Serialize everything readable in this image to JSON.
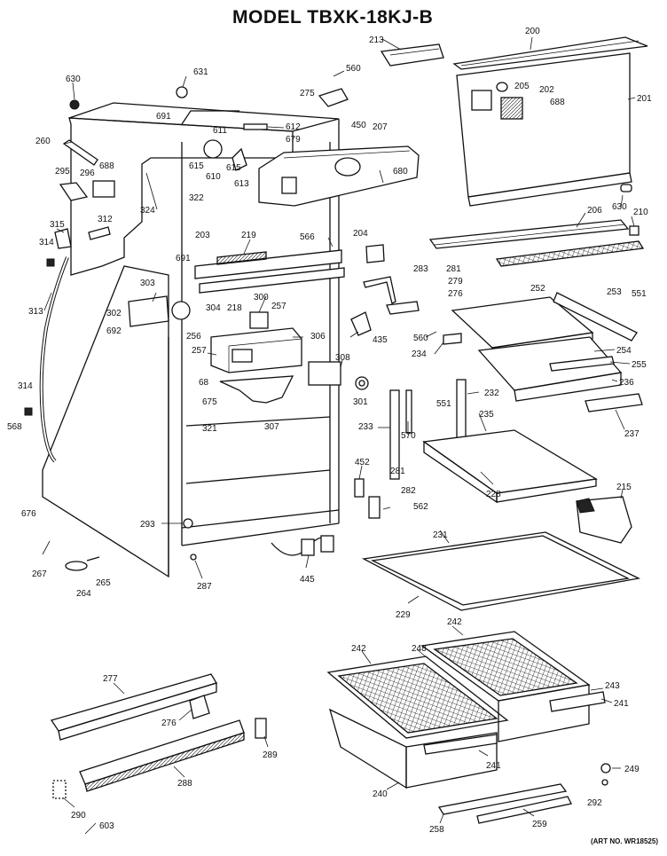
{
  "title": "MODEL TBXK-18KJ-B",
  "art_no": "(ART NO. WR18525)",
  "labels": [
    {
      "id": "l200",
      "text": "200"
    },
    {
      "id": "l213",
      "text": "213"
    },
    {
      "id": "l201",
      "text": "201"
    },
    {
      "id": "l205",
      "text": "205"
    },
    {
      "id": "l202",
      "text": "202"
    },
    {
      "id": "l688a",
      "text": "688"
    },
    {
      "id": "l630a",
      "text": "630"
    },
    {
      "id": "l631",
      "text": "631"
    },
    {
      "id": "l560a",
      "text": "560"
    },
    {
      "id": "l275",
      "text": "275"
    },
    {
      "id": "l450",
      "text": "450"
    },
    {
      "id": "l691a",
      "text": "691"
    },
    {
      "id": "l611",
      "text": "611"
    },
    {
      "id": "l612",
      "text": "612"
    },
    {
      "id": "l679",
      "text": "679"
    },
    {
      "id": "l207",
      "text": "207"
    },
    {
      "id": "l260",
      "text": "260"
    },
    {
      "id": "l615a",
      "text": "615"
    },
    {
      "id": "l610",
      "text": "610"
    },
    {
      "id": "l615b",
      "text": "615"
    },
    {
      "id": "l613",
      "text": "613"
    },
    {
      "id": "l680",
      "text": "680"
    },
    {
      "id": "l688b",
      "text": "688"
    },
    {
      "id": "l295",
      "text": "295"
    },
    {
      "id": "l296",
      "text": "296"
    },
    {
      "id": "l322",
      "text": "322"
    },
    {
      "id": "l324",
      "text": "324"
    },
    {
      "id": "l630b",
      "text": "630"
    },
    {
      "id": "l210",
      "text": "210"
    },
    {
      "id": "l206",
      "text": "206"
    },
    {
      "id": "l315",
      "text": "315"
    },
    {
      "id": "l312",
      "text": "312"
    },
    {
      "id": "l203",
      "text": "203"
    },
    {
      "id": "l219",
      "text": "219"
    },
    {
      "id": "l566",
      "text": "566"
    },
    {
      "id": "l204",
      "text": "204"
    },
    {
      "id": "l314a",
      "text": "314"
    },
    {
      "id": "l691b",
      "text": "691"
    },
    {
      "id": "l283",
      "text": "283"
    },
    {
      "id": "l281a",
      "text": "281"
    },
    {
      "id": "l279",
      "text": "279"
    },
    {
      "id": "l276a",
      "text": "276"
    },
    {
      "id": "l252",
      "text": "252"
    },
    {
      "id": "l253",
      "text": "253"
    },
    {
      "id": "l551a",
      "text": "551"
    },
    {
      "id": "l313",
      "text": "313"
    },
    {
      "id": "l303",
      "text": "303"
    },
    {
      "id": "l300",
      "text": "300"
    },
    {
      "id": "l218",
      "text": "218"
    },
    {
      "id": "l257a",
      "text": "257"
    },
    {
      "id": "l302",
      "text": "302"
    },
    {
      "id": "l304",
      "text": "304"
    },
    {
      "id": "l692",
      "text": "692"
    },
    {
      "id": "l256",
      "text": "256"
    },
    {
      "id": "l306",
      "text": "306"
    },
    {
      "id": "l435",
      "text": "435"
    },
    {
      "id": "l560b",
      "text": "560"
    },
    {
      "id": "l257b",
      "text": "257"
    },
    {
      "id": "l234",
      "text": "234"
    },
    {
      "id": "l254",
      "text": "254"
    },
    {
      "id": "l255",
      "text": "255"
    },
    {
      "id": "l308",
      "text": "308"
    },
    {
      "id": "l68",
      "text": "68"
    },
    {
      "id": "l236",
      "text": "236"
    },
    {
      "id": "l314b",
      "text": "314"
    },
    {
      "id": "l232",
      "text": "232"
    },
    {
      "id": "l551b",
      "text": "551"
    },
    {
      "id": "l675",
      "text": "675"
    },
    {
      "id": "l301",
      "text": "301"
    },
    {
      "id": "l568",
      "text": "568"
    },
    {
      "id": "l307",
      "text": "307"
    },
    {
      "id": "l235",
      "text": "235"
    },
    {
      "id": "l233",
      "text": "233"
    },
    {
      "id": "l570",
      "text": "570"
    },
    {
      "id": "l237",
      "text": "237"
    },
    {
      "id": "l321",
      "text": "321"
    },
    {
      "id": "l452",
      "text": "452"
    },
    {
      "id": "l281b",
      "text": "281"
    },
    {
      "id": "l228",
      "text": "228"
    },
    {
      "id": "l282",
      "text": "282"
    },
    {
      "id": "l215",
      "text": "215"
    },
    {
      "id": "l676",
      "text": "676"
    },
    {
      "id": "l293",
      "text": "293"
    },
    {
      "id": "l562",
      "text": "562"
    },
    {
      "id": "l231",
      "text": "231"
    },
    {
      "id": "l267",
      "text": "267"
    },
    {
      "id": "l264",
      "text": "264"
    },
    {
      "id": "l265",
      "text": "265"
    },
    {
      "id": "l287",
      "text": "287"
    },
    {
      "id": "l445",
      "text": "445"
    },
    {
      "id": "l229",
      "text": "229"
    },
    {
      "id": "l242a",
      "text": "242"
    },
    {
      "id": "l242b",
      "text": "242"
    },
    {
      "id": "l248",
      "text": "248"
    },
    {
      "id": "l277",
      "text": "277"
    },
    {
      "id": "l243",
      "text": "243"
    },
    {
      "id": "l241a",
      "text": "241"
    },
    {
      "id": "l276b",
      "text": "276"
    },
    {
      "id": "l289",
      "text": "289"
    },
    {
      "id": "l241b",
      "text": "241"
    },
    {
      "id": "l288",
      "text": "288"
    },
    {
      "id": "l249",
      "text": "249"
    },
    {
      "id": "l240",
      "text": "240"
    },
    {
      "id": "l292",
      "text": "292"
    },
    {
      "id": "l290",
      "text": "290"
    },
    {
      "id": "l258",
      "text": "258"
    },
    {
      "id": "l259",
      "text": "259"
    },
    {
      "id": "l603",
      "text": "603"
    }
  ]
}
